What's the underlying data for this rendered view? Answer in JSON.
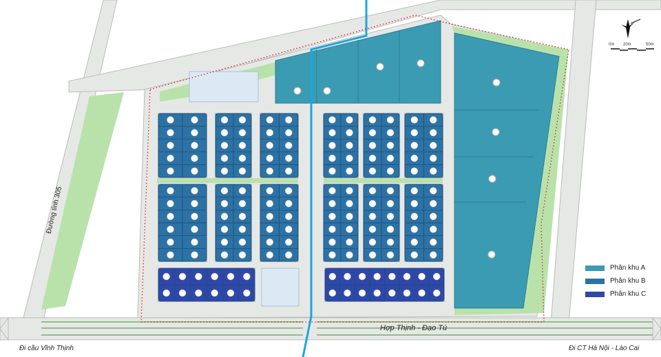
{
  "colors": {
    "zone_a": "#3a9bb3",
    "zone_b": "#2c72a5",
    "zone_c": "#2f47a9",
    "green": "#b9e2ab",
    "road": "#e6e8e6",
    "canal": "#1aa6e0",
    "boundary": "#d42020",
    "light_blue": "#dbe9f5"
  },
  "roads": {
    "main_road": "Hợp Thịnh - Đạo Tú",
    "left_exit": "Đi cầu Vĩnh Thịnh",
    "right_exit": "Đi CT Hà Nội - Lào Cai",
    "provincial_road": "Đường tỉnh 305"
  },
  "legend": [
    {
      "label": "Phân khu A",
      "color": "#3a9bb3"
    },
    {
      "label": "Phân khu B",
      "color": "#2c72a5"
    },
    {
      "label": "Phân khu C",
      "color": "#2f47a9"
    }
  ],
  "scale_bar": {
    "labels": [
      "0m",
      "20m",
      "50m"
    ]
  },
  "compass": {
    "icon": "north-arrow-icon"
  }
}
